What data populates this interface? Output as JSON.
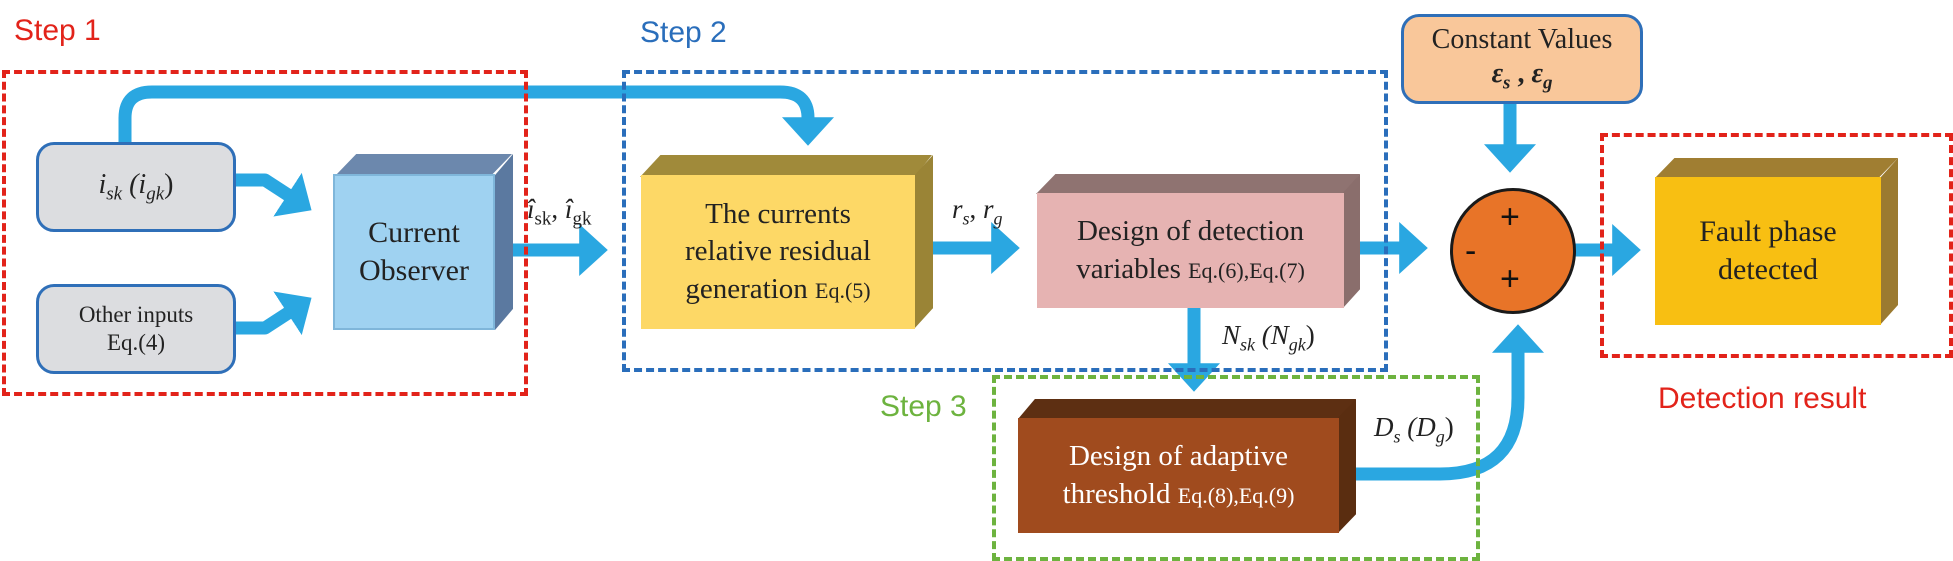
{
  "steps": {
    "step1": "Step 1",
    "step2": "Step 2",
    "step3": "Step 3",
    "result": "Detection result"
  },
  "inputs": {
    "isk_main": "i",
    "isk_sub": "sk",
    "igk_open": "(i",
    "igk_sub": "gk",
    "igk_close": ")",
    "other_line1": "Other inputs",
    "other_line2": "Eq.(4)"
  },
  "observer": {
    "line1": "Current",
    "line2": "Observer"
  },
  "residual": {
    "line1": "The currents",
    "line2": "relative residual",
    "line3": "generation",
    "eq": "Eq.(5)"
  },
  "detection": {
    "line1": "Design of detection",
    "line2": "variables",
    "eq": "Eq.(6),Eq.(7)"
  },
  "threshold": {
    "line1": "Design of adaptive",
    "line2": "threshold",
    "eq": "Eq.(8),Eq.(9)"
  },
  "constants": {
    "title": "Constant Values",
    "eps_s_sub": "s",
    "eps_g_sub": "g",
    "eps": "ε",
    "sep": ","
  },
  "fault": {
    "line1": "Fault phase",
    "line2": "detected"
  },
  "signals": {
    "ihat": "î",
    "ihat_s_sub": "sk",
    "comma": ",",
    "ihat_g_sub": "gk",
    "r": "r",
    "r_s_sub": "s",
    "r_sep": ",",
    "r_g_sub": "g",
    "N": "N",
    "N_s_sub": "sk",
    "N_open": "(N",
    "N_g_sub": "gk",
    "N_close": ")",
    "D": "D",
    "D_s_sub": "s",
    "D_open": "(D",
    "D_g_sub": "g",
    "D_close": ")"
  },
  "summing": {
    "plus_top": "+",
    "minus_left": "-",
    "plus_bottom": "+"
  },
  "colors": {
    "arrow": "#2aa7e1",
    "step1": "#e2231a",
    "step2": "#2a6ebb",
    "step3": "#6db33f",
    "result": "#e2231a",
    "observer_front": "#9fd2f1",
    "residual_front": "#fdd866",
    "detection_front": "#e6b3b2",
    "threshold_front": "#a04b1e",
    "constants_fill": "#f9c79a",
    "fault_front": "#f8bf12",
    "summing": "#e87428"
  }
}
